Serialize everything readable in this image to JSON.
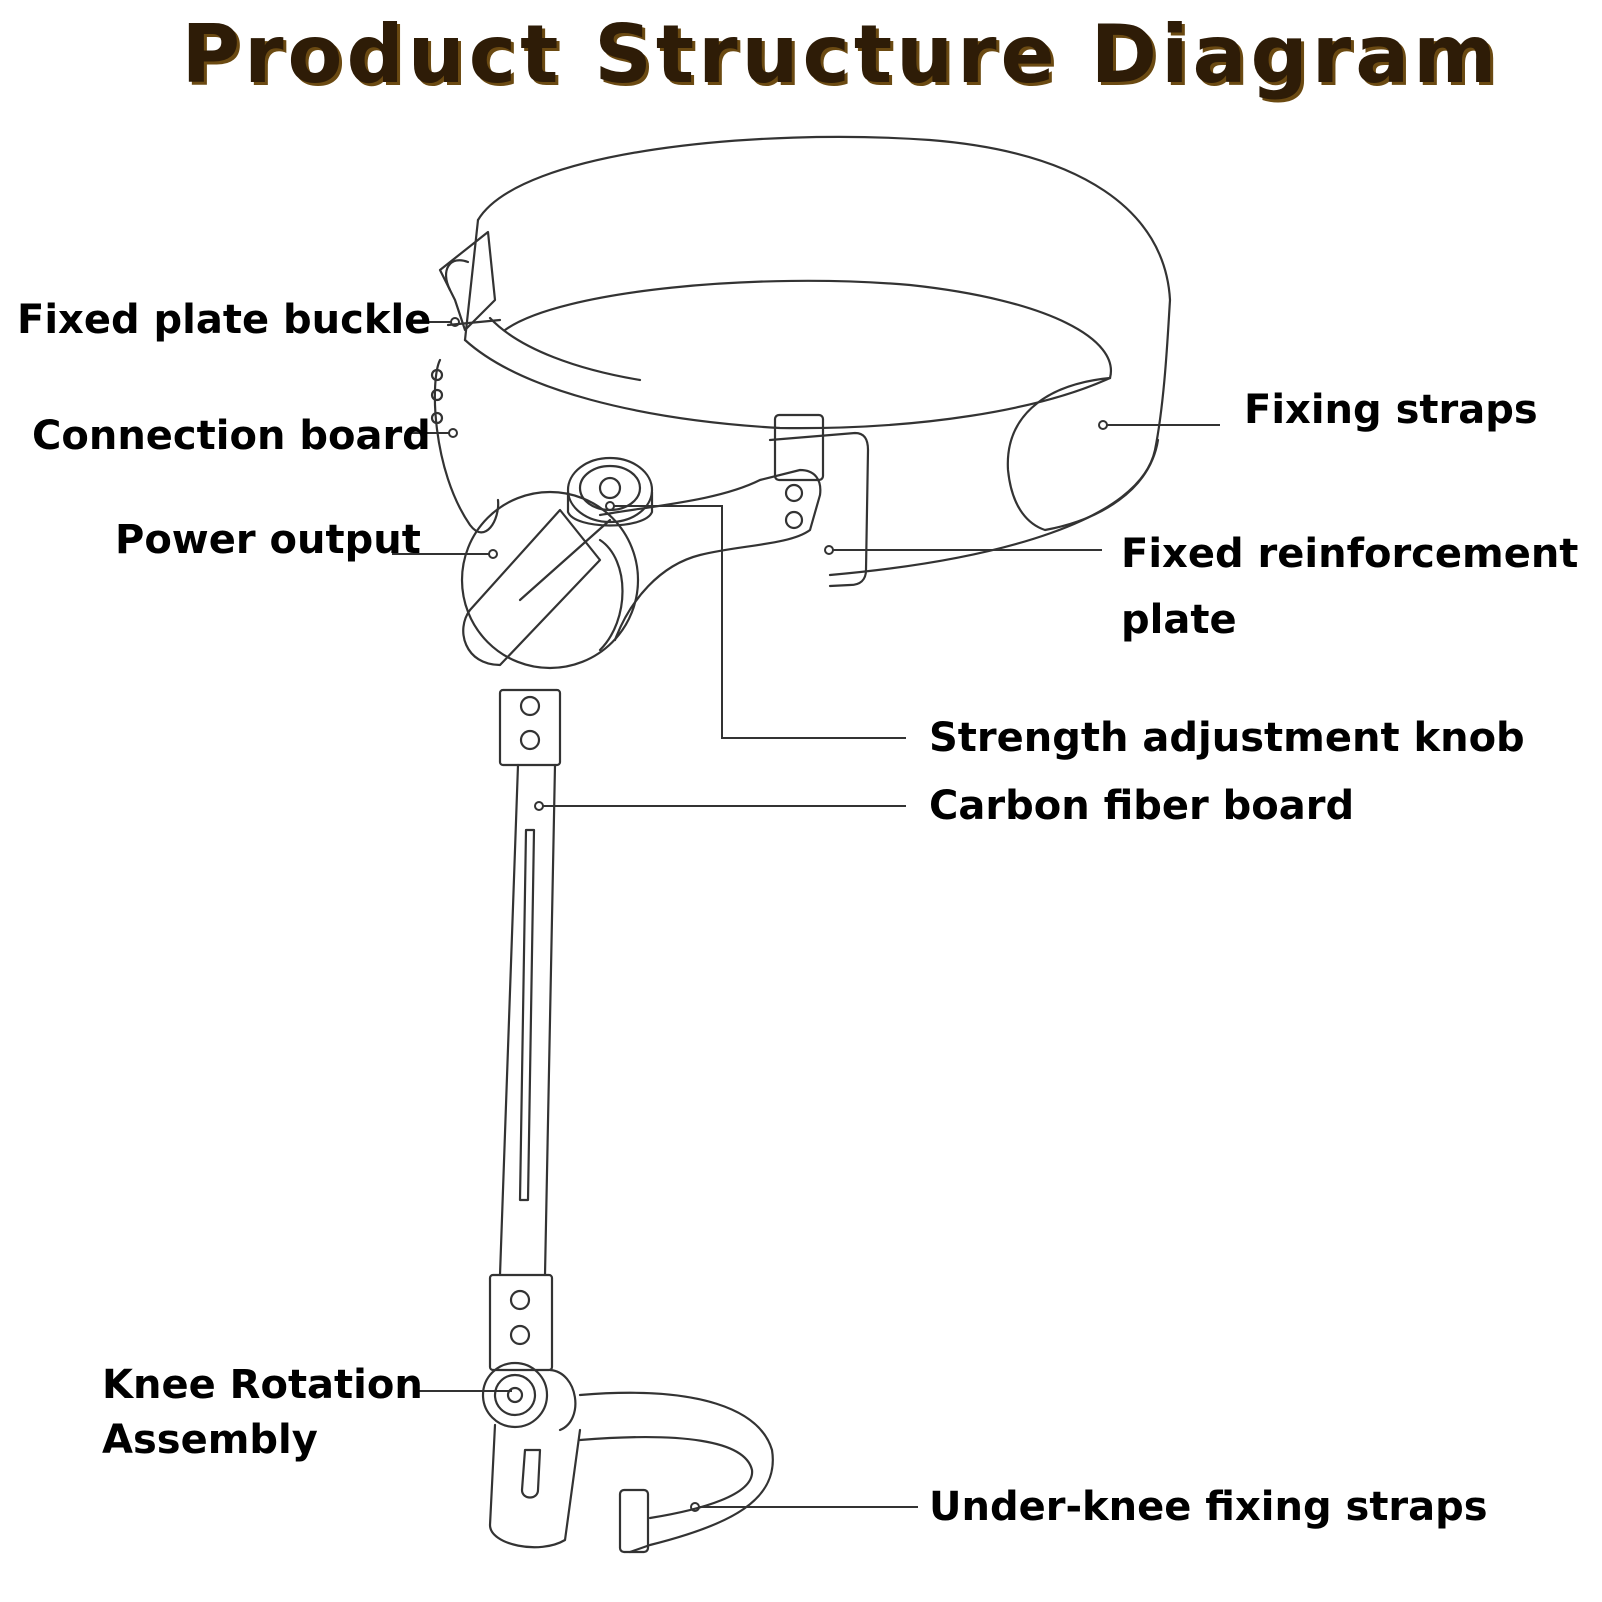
{
  "title": "Product Structure Diagram",
  "labels": {
    "fixed_plate_buckle": "Fixed plate buckle",
    "connection_board": "Connection board",
    "power_output": "Power output",
    "fixing_straps": "Fixing straps",
    "fixed_reinforcement_plate_line1": "Fixed reinforcement",
    "fixed_reinforcement_plate_line2": "plate",
    "strength_adjustment_knob": "Strength adjustment knob",
    "carbon_fiber_board": "Carbon fiber board",
    "knee_rotation_assembly_line1": "Knee Rotation",
    "knee_rotation_assembly_line2": "Assembly",
    "under_knee_fixing_straps": "Under-knee fixing straps"
  },
  "colors": {
    "title": "#2e1c07",
    "title_shadow": "#6b4a12",
    "line": "#333333"
  }
}
